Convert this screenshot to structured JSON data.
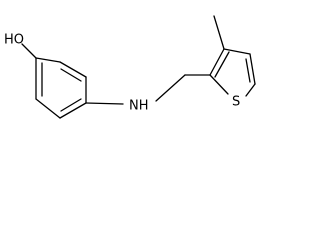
{
  "structure": {
    "atoms": {
      "oh": "HO",
      "nh": "NH",
      "s": "S"
    },
    "colors": {
      "bond": "#000000",
      "label": "#000000",
      "background": "#ffffff"
    }
  }
}
